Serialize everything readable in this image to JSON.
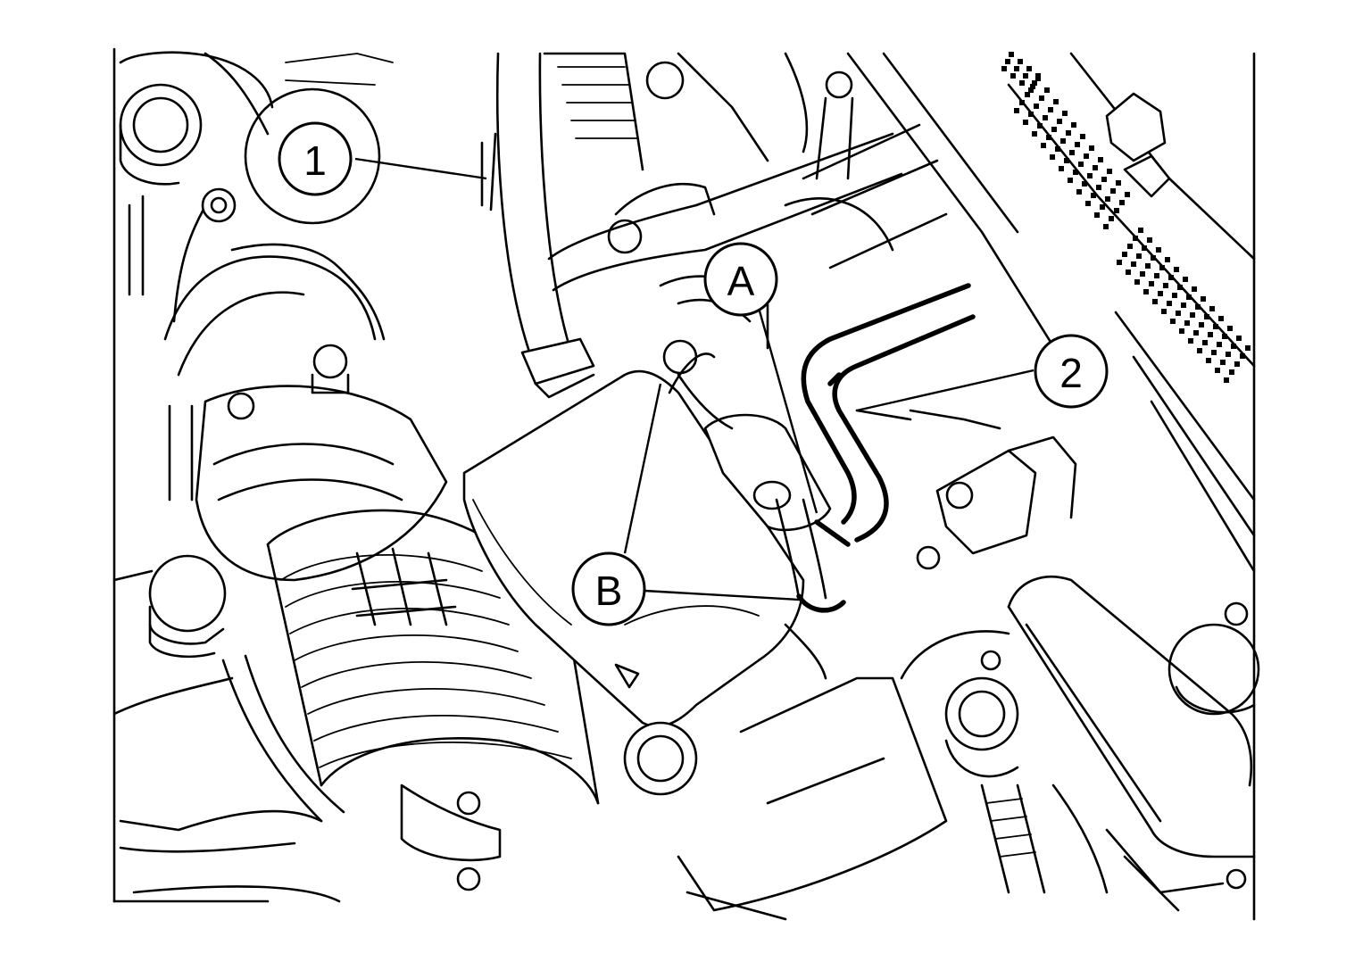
{
  "callouts": {
    "c1": {
      "label": "1"
    },
    "c2": {
      "label": "2"
    },
    "cA": {
      "label": "A"
    },
    "cB": {
      "label": "B"
    }
  },
  "style": {
    "line_color": "#000000",
    "background": "#ffffff"
  }
}
